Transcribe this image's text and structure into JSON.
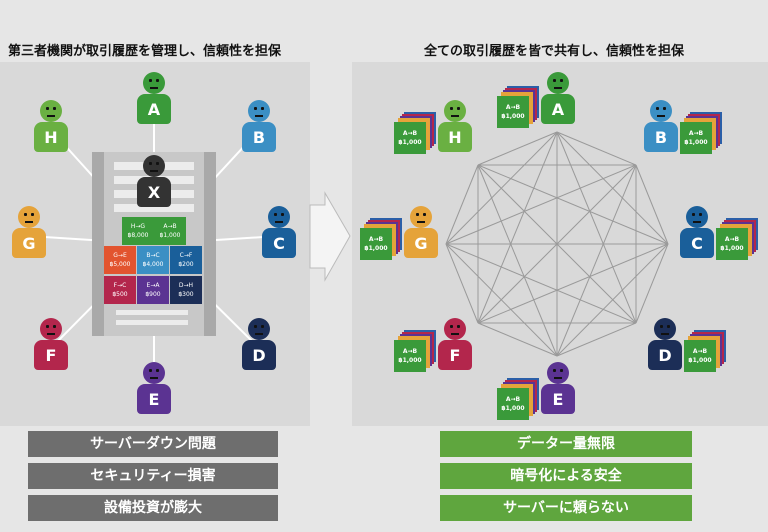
{
  "left": {
    "heading": "第三者機関が取引履歴を管理し、信頼性を担保",
    "center_label": "X",
    "issues": [
      "サーバーダウン問題",
      "セキュリティー損害",
      "設備投資が膨大"
    ]
  },
  "right": {
    "heading": "全ての取引履歴を皆で共有し、信頼性を担保",
    "benefits": [
      "データー量無限",
      "暗号化による安全",
      "サーバーに頼らない"
    ]
  },
  "nodes": [
    {
      "label": "A",
      "color": "#3a9a3a"
    },
    {
      "label": "B",
      "color": "#3b8fc4"
    },
    {
      "label": "C",
      "color": "#1a5f9a"
    },
    {
      "label": "D",
      "color": "#1c2e57"
    },
    {
      "label": "E",
      "color": "#5b3392"
    },
    {
      "label": "F",
      "color": "#b3264c"
    },
    {
      "label": "G",
      "color": "#e5a33a"
    },
    {
      "label": "H",
      "color": "#6ab042"
    }
  ],
  "center_color": "#333333",
  "transactions": [
    {
      "label": "H→G",
      "amount": "฿8,000",
      "color": "#3a9a3a"
    },
    {
      "label": "A→B",
      "amount": "฿1,000",
      "color": "#3a9a3a"
    },
    {
      "label": "G→E",
      "amount": "฿5,000",
      "color": "#e2542f"
    },
    {
      "label": "B→C",
      "amount": "฿4,000",
      "color": "#3b8fc4"
    },
    {
      "label": "C→F",
      "amount": "฿200",
      "color": "#1a5f9a"
    },
    {
      "label": "F→C",
      "amount": "฿500",
      "color": "#b3264c"
    },
    {
      "label": "E→A",
      "amount": "฿900",
      "color": "#5b3392"
    },
    {
      "label": "D→H",
      "amount": "฿300",
      "color": "#1c2e57"
    }
  ],
  "ledger": {
    "label": "A→B",
    "amount": "฿1,000"
  },
  "colors": {
    "issue_bar": "#6e6e6e",
    "benefit_bar": "#5fa63e"
  }
}
